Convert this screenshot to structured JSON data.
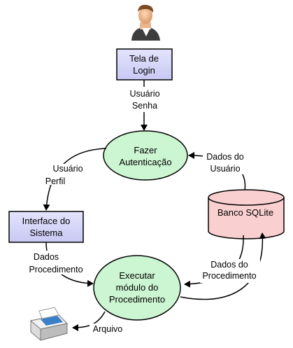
{
  "nodes": {
    "login": {
      "line1": "Tela de",
      "line2": "Login"
    },
    "auth": {
      "line1": "Fazer",
      "line2": "Autenticação"
    },
    "interface": {
      "line1": "Interface do",
      "line2": "Sistema"
    },
    "db": {
      "label": "Banco SQLite"
    },
    "exec": {
      "line1": "Executar",
      "line2": "módulo do",
      "line3": "Procedimento"
    }
  },
  "edges": {
    "login_auth": {
      "line1": "Usuário",
      "line2": "Senha"
    },
    "db_auth": {
      "line1": "Dados do",
      "line2": "Usuário"
    },
    "auth_interface": {
      "line1": "Usuário",
      "line2": "Perfil"
    },
    "interface_exec": {
      "line1": "Dados",
      "line2": "Procedimento"
    },
    "db_exec": {
      "line1": "Dados do",
      "line2": "Procedimento"
    },
    "exec_printer": {
      "label": "Arquivo"
    }
  },
  "icons": [
    "user-icon",
    "printer-icon"
  ],
  "colors": {
    "login_fill": "#d6d6fb",
    "interface_fill": "#d6d6fb",
    "ellipse_fill": "#ccf5d1",
    "db_fill": "#f9cfd0",
    "stroke": "#000000"
  }
}
